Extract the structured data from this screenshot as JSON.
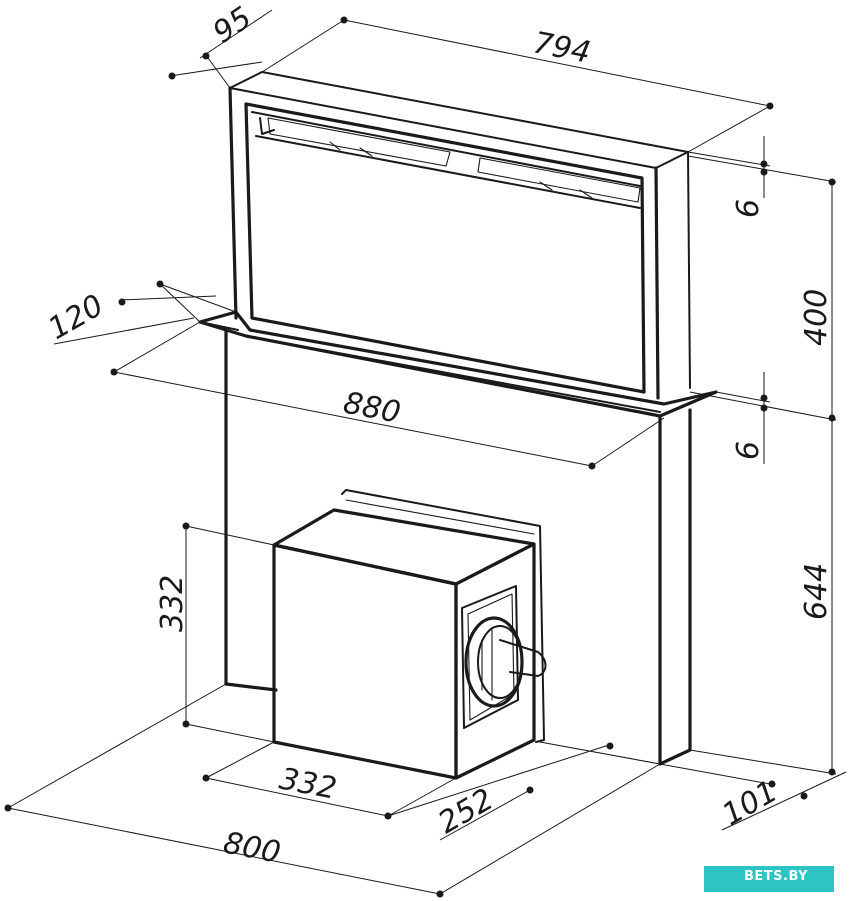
{
  "dimensions": {
    "depth_top": "95",
    "width_top": "794",
    "plate_depth": "120",
    "plate_width": "880",
    "gap_upper": "6",
    "gap_lower": "6",
    "height_hood": "400",
    "height_body": "644",
    "motor_height": "332",
    "motor_width": "332",
    "motor_depth": "252",
    "base_depth": "101",
    "base_width": "800"
  },
  "watermark": "BETS.BY",
  "colors": {
    "line": "#1a1a1a",
    "badge": "#2ec4c4"
  }
}
